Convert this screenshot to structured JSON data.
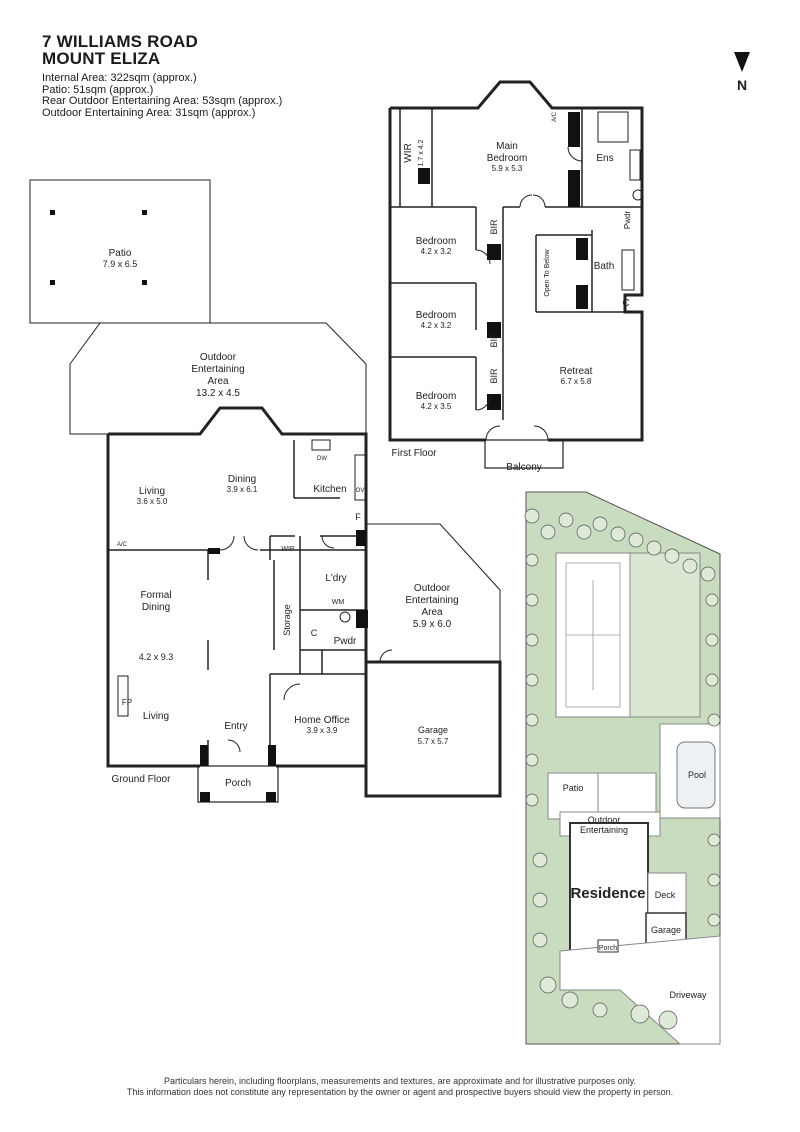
{
  "header": {
    "address_line1": "7 WILLIAMS ROAD",
    "address_line2": "MOUNT ELIZA",
    "areas": [
      "Internal Area: 322sqm (approx.)",
      "Patio: 51sqm (approx.)",
      "Rear Outdoor Entertaining Area: 53sqm (approx.)",
      "Outdoor Entertaining Area: 31sqm (approx.)"
    ]
  },
  "compass": {
    "label": "N"
  },
  "first_floor": {
    "level_label": "First Floor",
    "main_bedroom": {
      "name1": "Main",
      "name2": "Bedroom",
      "size": "5.9 x 5.3"
    },
    "wir": {
      "name": "WIR",
      "size": "1.7 x 4.2"
    },
    "ac": "A/C",
    "ens": "Ens",
    "pwdr": "Pwdr",
    "bath": "Bath",
    "cupboard": "C",
    "open_to_below": "Open To Below",
    "bedroom1": {
      "name": "Bedroom",
      "size": "4.2 x 3.2"
    },
    "bedroom2": {
      "name": "Bedroom",
      "size": "4.2 x 3.2"
    },
    "bedroom3": {
      "name": "Bedroom",
      "size": "4.2 x 3.5"
    },
    "bir": "BIR",
    "retreat": {
      "name": "Retreat",
      "size": "6.7 x 5.8"
    },
    "balcony": "Balcony"
  },
  "ground_floor": {
    "level_label": "Ground Floor",
    "patio": {
      "name": "Patio",
      "size": "7.9 x 6.5"
    },
    "outdoor_rear": {
      "name1": "Outdoor",
      "name2": "Entertaining",
      "name3": "Area",
      "size": "13.2 x 4.5"
    },
    "living_rear": {
      "name": "Living",
      "size": "3.6 x 5.0"
    },
    "dining": {
      "name": "Dining",
      "size": "3.9 x 6.1"
    },
    "kitchen": "Kitchen",
    "dw": "DW",
    "ov": "OV",
    "f": "F",
    "ac": "A/C",
    "wip": "WIP",
    "ldry": "L'dry",
    "storage": "Storage",
    "wm": "WM",
    "cupboard": "C",
    "pwdr": "Pwdr",
    "formal_dining": {
      "name1": "Formal",
      "name2": "Dining",
      "size": "4.2 x 9.3"
    },
    "fp": "FP",
    "living_front": "Living",
    "entry": "Entry",
    "porch": "Porch",
    "home_office": {
      "name": "Home Office",
      "size": "3.9 x 3.9"
    },
    "outdoor_side": {
      "name1": "Outdoor",
      "name2": "Entertaining",
      "name3": "Area",
      "size": "5.9 x 6.0"
    },
    "garage": {
      "name": "Garage",
      "size": "5.7 x 5.7"
    }
  },
  "site_plan": {
    "patio": "Patio",
    "pool": "Pool",
    "outdoor": "Outdoor",
    "entertaining": "Entertaining",
    "residence": "Residence",
    "deck": "Deck",
    "garage": "Garage",
    "porch": "Porch",
    "driveway": "Driveway",
    "colors": {
      "lawn": "#c9dcc0",
      "tree": "#dfe9d8"
    }
  },
  "footer": {
    "line1": "Particulars herein, including floorplans, measurements and textures, are approximate and for illustrative purposes only.",
    "line2": "This information does not constitute any representation by the owner or agent and prospective buyers should view the property in person."
  }
}
